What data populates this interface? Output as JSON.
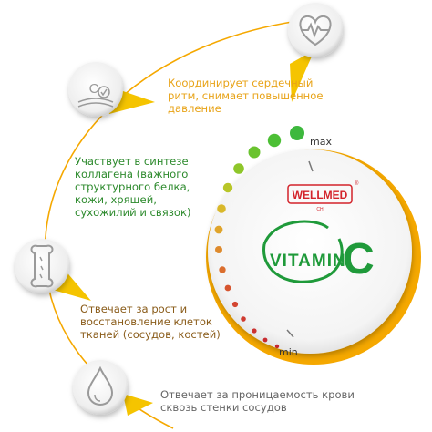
{
  "colors": {
    "accent_orange": "#f5a800",
    "orange_text": "#e8a317",
    "green_text": "#2d8a2d",
    "brown_text": "#8a5c1a",
    "dark_text": "#555555",
    "brand_red": "#d3232a",
    "vitamin_green": "#1f9a3a"
  },
  "benefits": [
    {
      "icon": "heart-pulse-icon",
      "text": "Координирует сердечный ритм, снимает повышенное давление"
    },
    {
      "icon": "skin-layers-icon",
      "text": "Участвует в синтезе коллагена (важного структурного белка, кожи, хрящей, сухожилий и связок)"
    },
    {
      "icon": "bone-icon",
      "text": "Отвечает за рост и восстановление клеток тканей (сосудов, костей)"
    },
    {
      "icon": "drop-icon",
      "text": "Отвечает за проницаемость крови сквозь стенки сосудов"
    }
  ],
  "scale": {
    "max_label": "max",
    "min_label": "min"
  },
  "brand": {
    "name": "WELLMED",
    "sub": "CH",
    "reg": "®"
  },
  "product": {
    "vitamin": "VITAMIN",
    "letter": "C"
  }
}
